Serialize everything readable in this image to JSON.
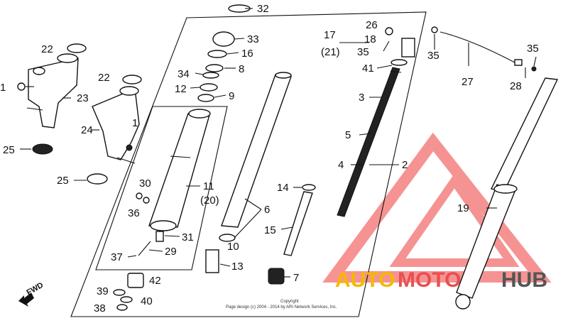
{
  "diagram": {
    "callouts": {
      "c1a": "1",
      "c1b": "1",
      "c2": "2",
      "c3": "3",
      "c4": "4",
      "c5": "5",
      "c6": "6",
      "c7": "7",
      "c8": "8",
      "c9": "9",
      "c10": "10",
      "c11": "11",
      "c11alt": "(20)",
      "c12": "12",
      "c13": "13",
      "c14": "14",
      "c15": "15",
      "c16": "16",
      "c17": "17",
      "c17alt": "(21)",
      "c18": "18",
      "c19": "19",
      "c22a": "22",
      "c22b": "22",
      "c23": "23",
      "c24": "24",
      "c25a": "25",
      "c25b": "25",
      "c26": "26",
      "c27": "27",
      "c28": "28",
      "c29": "29",
      "c30": "30",
      "c31": "31",
      "c32": "32",
      "c33": "33",
      "c34": "34",
      "c35a": "35",
      "c35b": "35",
      "c35c": "35",
      "c36": "36",
      "c37": "37",
      "c38": "38",
      "c39": "39",
      "c40": "40",
      "c41": "41",
      "c42": "42"
    },
    "direction_label": "FWD",
    "copyright_line1": "Copyright",
    "copyright_line2": "Page design (c) 2004 - 2014 by ARI Network Services, Inc."
  },
  "watermark": {
    "text_part1": "AUTO",
    "text_part2": "MOTO",
    "text_part3": "HUB",
    "colors": {
      "auto": "#f5b800",
      "moto": "#e8504f",
      "hub": "#555555",
      "triangle": "#ee3b3b"
    }
  }
}
